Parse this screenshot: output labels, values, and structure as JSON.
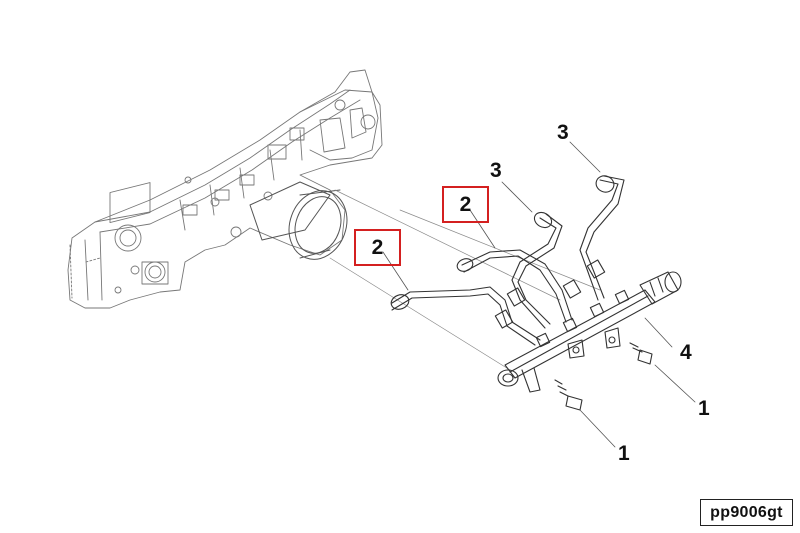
{
  "diagram": {
    "callouts": {
      "fuel_line_left": "2",
      "fuel_line_right": "2",
      "fuel_line_top_left": "3",
      "fuel_line_top_right": "3",
      "fuel_rail": "4",
      "screw_right": "1",
      "screw_bottom": "1"
    },
    "highlight_color": "#d42020",
    "figure_id": "pp9006gt"
  }
}
